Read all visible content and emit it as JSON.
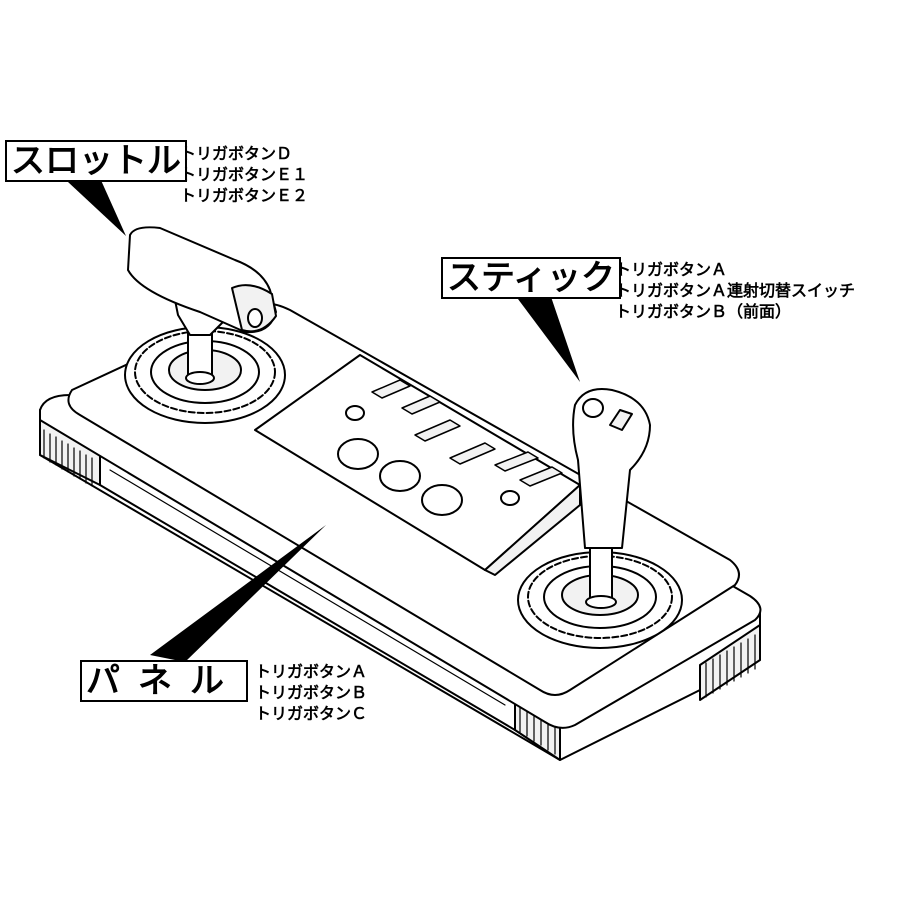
{
  "callouts": {
    "throttle": {
      "title": "スロットル",
      "items": [
        "トリガボタンＤ",
        "トリガボタンＥ１",
        "トリガボタンＥ２"
      ]
    },
    "stick": {
      "title": "スティック",
      "items": [
        "トリガボタンＡ",
        "トリガボタンＡ連射切替スイッチ",
        "トリガボタンＢ（前面）"
      ]
    },
    "panel": {
      "title": "パネル",
      "items": [
        "トリガボタンＡ",
        "トリガボタンＢ",
        "トリガボタンＣ"
      ]
    }
  },
  "colors": {
    "line": "#000000",
    "fill": "#ffffff",
    "shade": "#f2f2f2"
  }
}
